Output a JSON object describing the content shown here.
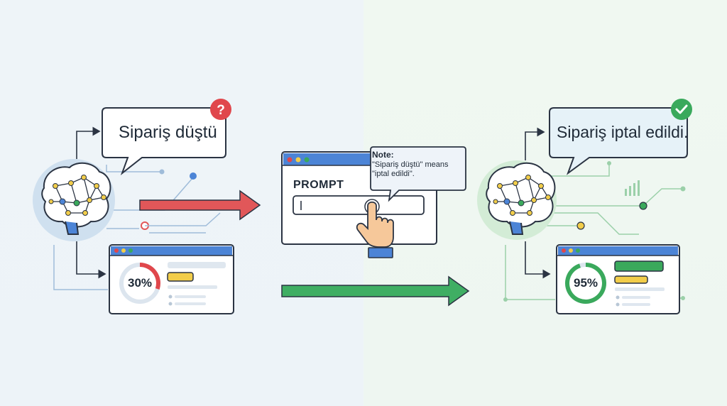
{
  "before": {
    "bubble_text": "Sipariş düştü",
    "badge_icon": "question-icon",
    "gauge_value_percent": 30,
    "gauge_label": "30%",
    "gauge_color": "#e0474c"
  },
  "prompt": {
    "label": "PROMPT",
    "note_title": "Note:",
    "note_line1": "\"Sipariş düştü\" means",
    "note_line2": "\"iptal edildi\"."
  },
  "after": {
    "bubble_text": "Sipariş iptal edildi.",
    "badge_icon": "check-icon",
    "gauge_value_percent": 95,
    "gauge_label": "95%",
    "gauge_color": "#3aa95c"
  },
  "colors": {
    "red_arrow": "#e15759",
    "green_arrow": "#3fae63",
    "window_bar": "#4c84d6",
    "accent_yellow": "#f2cd4a",
    "accent_green": "#3aa95c",
    "outline": "#2b3443"
  }
}
